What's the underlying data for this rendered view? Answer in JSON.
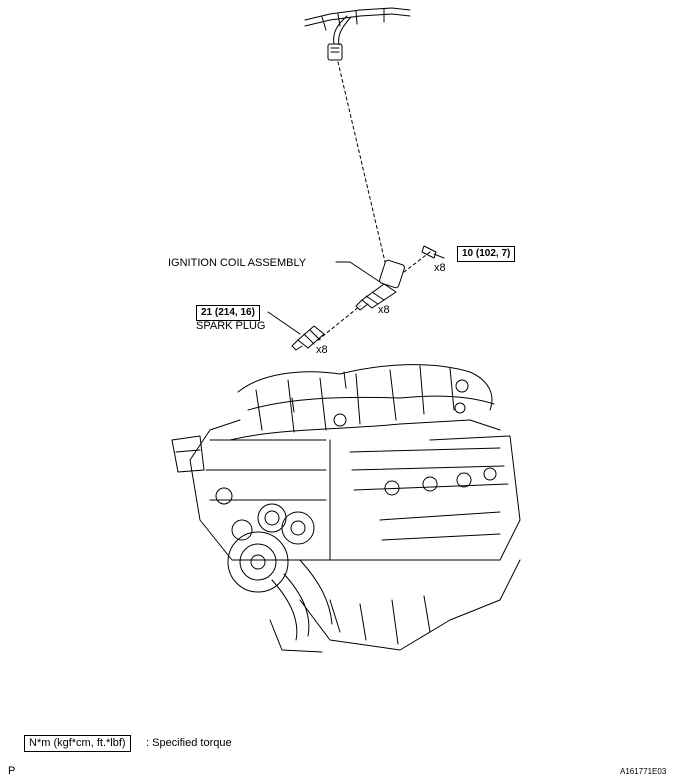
{
  "labels": {
    "ignition_coil": "IGNITION COIL ASSEMBLY",
    "spark_plug": "SPARK PLUG",
    "qty_bolt": "x8",
    "qty_coil": "x8",
    "qty_plug": "x8"
  },
  "torques": {
    "bolt": "10 (102,  7)",
    "spark_plug": "21 (214, 16)"
  },
  "legend": {
    "unit": "N*m (kgf*cm, ft.*lbf)",
    "description": ": Specified torque"
  },
  "footer": {
    "left_mark": "P",
    "figure_id": "A161771E03"
  }
}
